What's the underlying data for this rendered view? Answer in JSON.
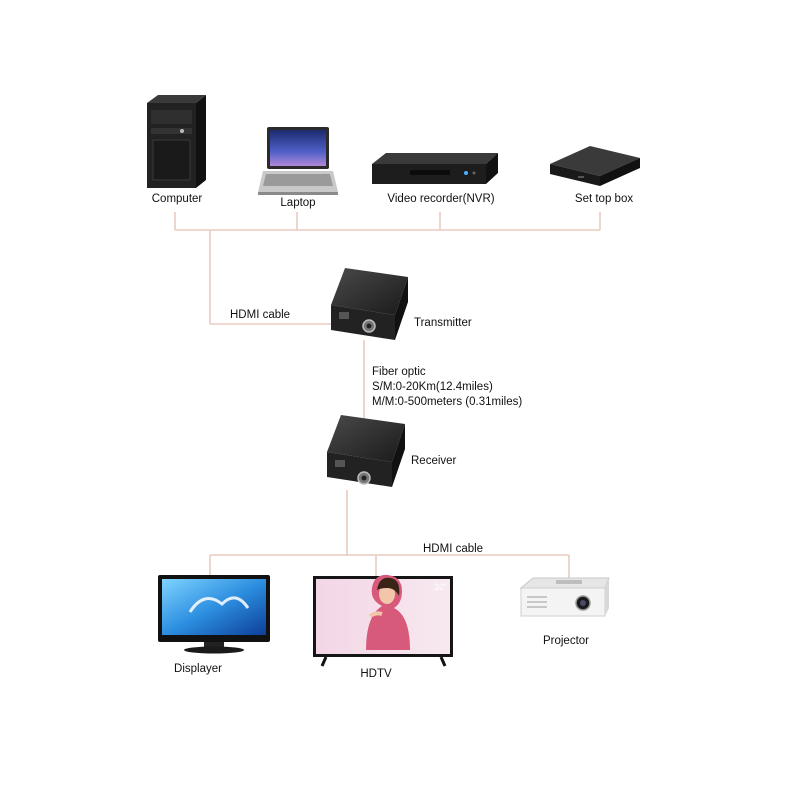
{
  "sources": [
    {
      "id": "computer",
      "label": "Computer",
      "icon": "pc-tower-icon"
    },
    {
      "id": "laptop",
      "label": "Laptop",
      "icon": "laptop-icon"
    },
    {
      "id": "nvr",
      "label": "Video recorder(NVR)",
      "icon": "nvr-recorder-icon"
    },
    {
      "id": "settop",
      "label": "Set top box",
      "icon": "set-top-box-icon"
    }
  ],
  "links": {
    "input_cable": "HDMI cable",
    "output_cable": "HDMI cable",
    "fiber": {
      "title": "Fiber optic",
      "sm": "S/M:0-20Km(12.4miles)",
      "mm": "M/M:0-500meters (0.31miles)"
    }
  },
  "devices": {
    "transmitter": {
      "label": "Transmitter",
      "icon": "fiber-transmitter-icon"
    },
    "receiver": {
      "label": "Receiver",
      "icon": "fiber-receiver-icon"
    }
  },
  "displays": [
    {
      "id": "displayer",
      "label": "Displayer",
      "icon": "monitor-icon"
    },
    {
      "id": "hdtv",
      "label": "HDTV",
      "icon": "tv-icon",
      "badge": "32\""
    },
    {
      "id": "projector",
      "label": "Projector",
      "icon": "projector-icon"
    }
  ],
  "colors": {
    "connector_line": "#e8cbc0",
    "device_body": "#1e1e1e"
  }
}
